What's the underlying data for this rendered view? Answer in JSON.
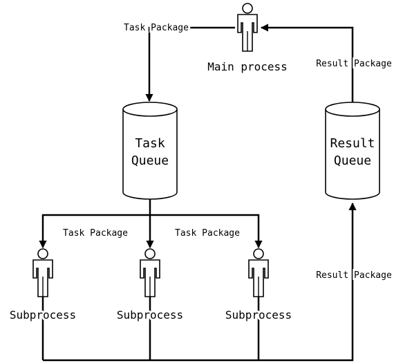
{
  "diagram": {
    "main_process": {
      "label": "Main process",
      "icon": "person-icon"
    },
    "task_queue": {
      "line1": "Task",
      "line2": "Queue"
    },
    "result_queue": {
      "line1": "Result",
      "line2": "Queue"
    },
    "edges": {
      "main_to_task_queue": "Task Package",
      "result_queue_to_main": "Result Package",
      "queue_to_subprocesses_left": "Task Package",
      "queue_to_subprocesses_right": "Task Package",
      "subprocesses_to_result_queue": "Result Package"
    },
    "subprocesses": [
      {
        "label": "Subprocess",
        "icon": "person-icon"
      },
      {
        "label": "Subprocess",
        "icon": "person-icon"
      },
      {
        "label": "Subprocess",
        "icon": "person-icon"
      }
    ]
  }
}
